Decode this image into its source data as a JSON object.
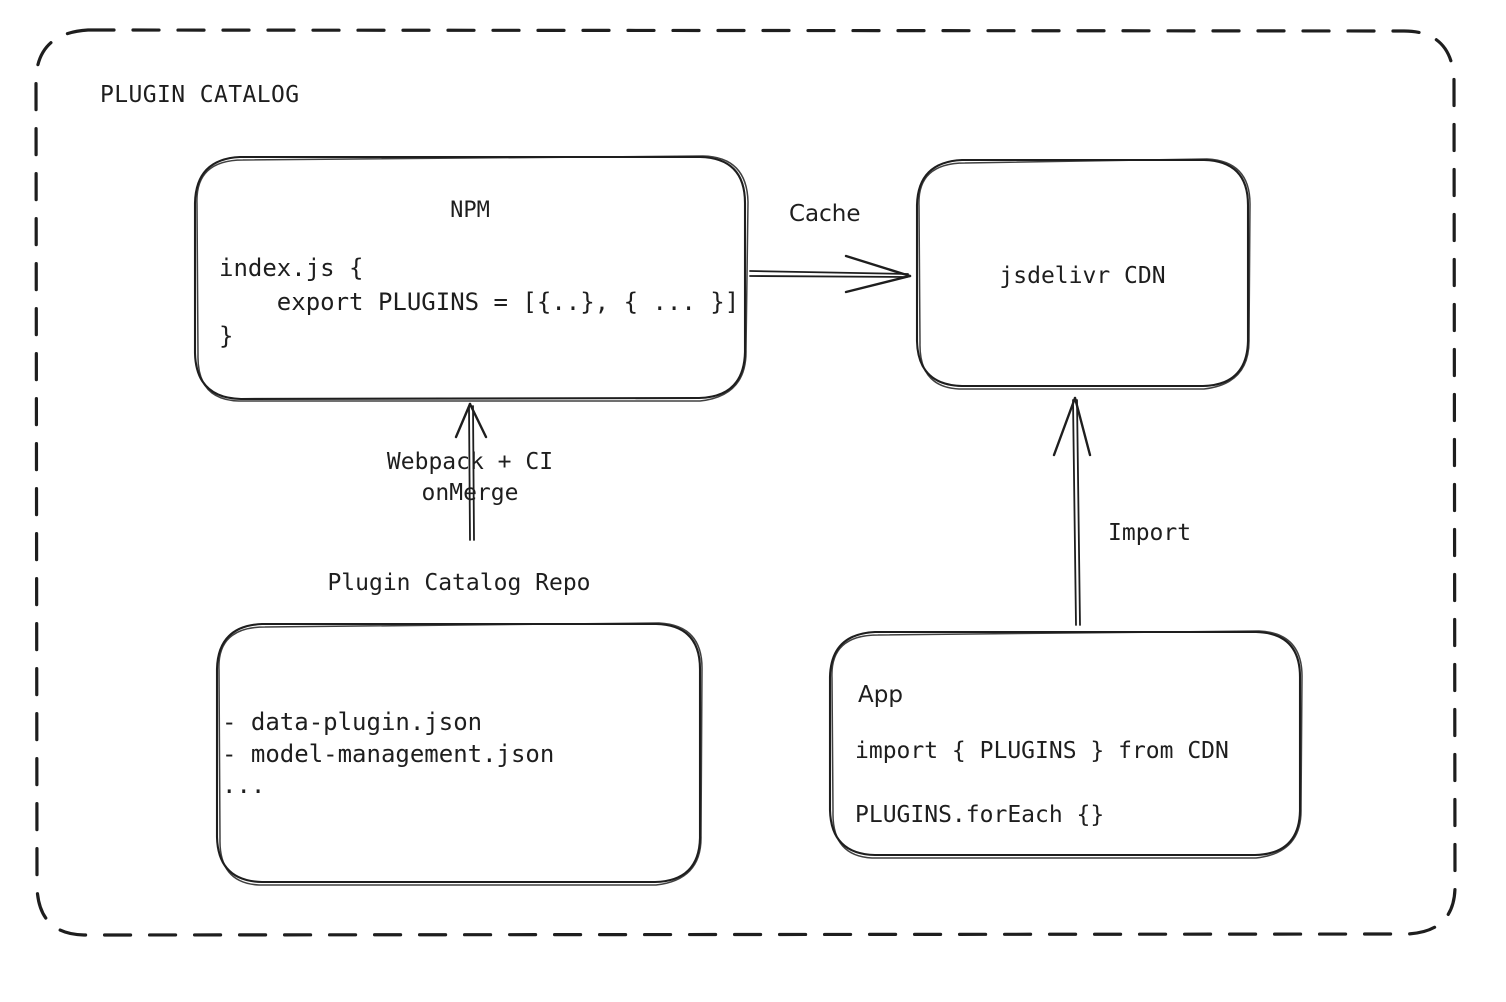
{
  "diagram": {
    "title": "PLUGIN CATALOG",
    "background": "#ffffff",
    "stroke_color": "#1e1e1e",
    "style": "hand-drawn"
  },
  "nodes": {
    "npm": {
      "title": "NPM",
      "code": "index.js {\n    export PLUGINS = [{..}, { ... }]\n}"
    },
    "cdn": {
      "title": "jsdelivr CDN"
    },
    "repo": {
      "label": "Plugin Catalog Repo",
      "items": "- data-plugin.json\n- model-management.json\n..."
    },
    "app": {
      "title": "App",
      "code_line_1": "import { PLUGINS } from CDN",
      "code_line_2": "PLUGINS.forEach {}"
    }
  },
  "edges": {
    "cache": {
      "label": "Cache",
      "from": "npm",
      "to": "cdn"
    },
    "build": {
      "label_line_1": "Webpack + CI",
      "label_line_2": "onMerge",
      "from": "repo",
      "to": "npm"
    },
    "import": {
      "label": "Import",
      "from": "app",
      "to": "cdn"
    }
  }
}
